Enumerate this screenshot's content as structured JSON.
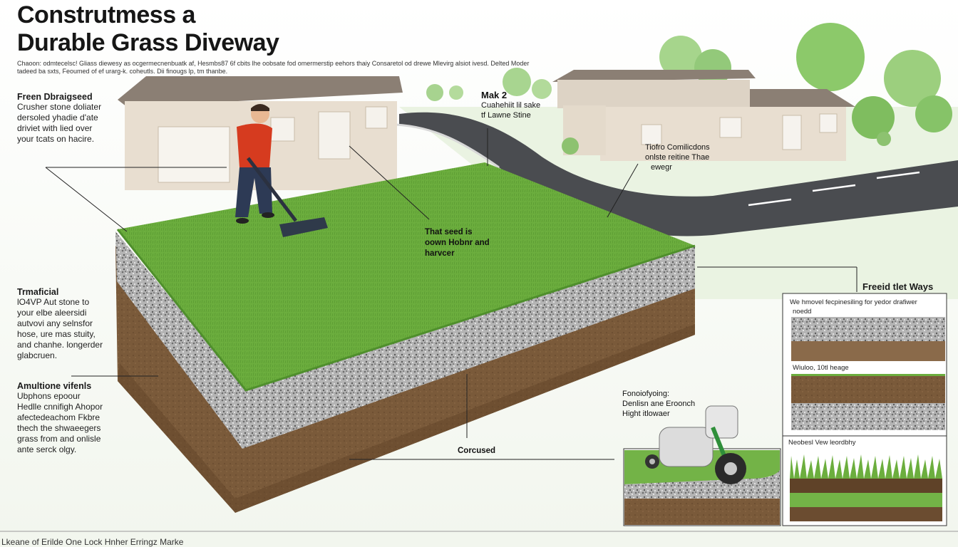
{
  "title_line1": "Construtmess a",
  "title_line2": "Durable Grass Diveway",
  "subtitle_line1": "Chaoon: odmtecelsc! Gliass diewesy as ocgermecnenbuatk af, Hesmbs87 6f cbits lhe oobsate fod omermerstip eehors thaiy Consaretol od drewe Mlevirg alsiot ivesd. Delted Moder",
  "subtitle_line2": "tadeed ba sxts, Feoumed of ef urarg-k. coheutls. Dii finougs lp, tm thanbe.",
  "left_notes": [
    {
      "heading": "Freen Dbraigseed",
      "lines": [
        "Crusher stone doliater",
        "dersoled yhadie d'ate",
        "driviet with lied over",
        "your tcats on hacire."
      ]
    },
    {
      "heading": "Trmaficial",
      "lines": [
        "lO4VP Aut stone to",
        "your elbe aleersidi",
        "autvovi any selnsfor",
        "hose, ure mas stuity,",
        "and chanhe. longerder",
        "glabcruen."
      ]
    },
    {
      "heading": "Amultione vifenls",
      "lines": [
        "Ubphons epoour",
        "Hedlle cnnifigh Ahopor",
        "afectedeachom Fkbre",
        "thech the shwaeegers",
        "grass from and onlisle",
        "ante serck olgy."
      ]
    }
  ],
  "callouts": {
    "top_center": [
      "Mak 2",
      "Cuahehiit lil sake",
      "tf Lawne Stine"
    ],
    "top_right": [
      "Tiofro Comilicdons",
      "onlste reitine Thae",
      "ewegr"
    ],
    "mid_center": [
      "That seed is",
      "oown Hobnr and",
      "harvcer"
    ],
    "bottom_center": "Corcused",
    "machine": [
      "Fonoiofyoing:",
      "Denlisn ane Eroonch",
      "Hight itlowaer"
    ]
  },
  "panels": {
    "heading": "Freeid tlet Ways",
    "captions": [
      "We hmovel fecpinesiling for yedor drafiwer",
      "noedd",
      "Wiuloo, 10tl heage",
      "Neobesl Vew leordbhy"
    ]
  },
  "footer": "Lkeane of Erilde One Lock Hnher Erringz Marke",
  "colors": {
    "grass": "#6cae3e",
    "grass_dark": "#4f8f2c",
    "gravel": "#a8a8a8",
    "soil": "#7a5a3a",
    "soil_dark": "#5f4228",
    "asphalt": "#4a4c50",
    "house_wall": "#e8ded0",
    "roof": "#8b7f74",
    "tree": "#8cc96a",
    "shirt": "#d63b1f",
    "jeans": "#2d3a55",
    "mower": "#dcdcdc"
  },
  "icons": [
    "house-icon",
    "tree-icon",
    "person-raking-icon",
    "mower-icon"
  ]
}
